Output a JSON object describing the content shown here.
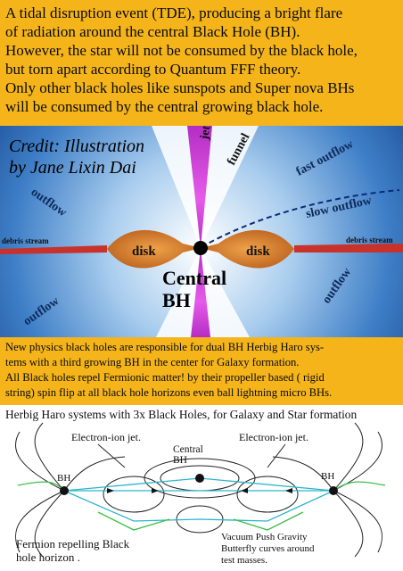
{
  "top_panel": {
    "lines": [
      "A tidal disruption event (TDE), producing a bright flare",
      "of radiation around the central Black Hole (BH).",
      "However, the star will not be consumed by the black hole,",
      "but torn apart according to Quantum FFF theory.",
      "Only other black holes like sunspots and Super nova BHs",
      "will be consumed by the central growing black hole."
    ]
  },
  "illustration": {
    "credit_lines": [
      "Credit: Illustration",
      "by Jane Lixin Dai"
    ],
    "labels": {
      "jet": "jet",
      "funnel": "funnel",
      "fast_outflow": "fast outflow",
      "slow_outflow": "slow outflow",
      "outflow": "outflow",
      "disk": "disk",
      "debris_stream": "debris stream"
    },
    "central_lines": [
      "Central",
      "BH"
    ],
    "colors": {
      "disk": "#c9742a",
      "jet": "#cf3bd6",
      "sky": "#1f5fb0",
      "panel": "#f4b41a"
    }
  },
  "mid_panel": {
    "lines": [
      "New physics black holes are responsible for dual BH Herbig Haro sys-",
      "tems with a third growing BH in the center for Galaxy formation.",
      "All Black holes repel Fermionic matter! by their propeller based ( rigid",
      "string) spin flip at all black hole horizons even ball lightning micro BHs."
    ]
  },
  "diagram": {
    "title": "Herbig Haro systems with 3x Black Holes, for Galaxy and Star formation",
    "labels": {
      "electron_jet_left": "Electron-ion jet.",
      "electron_jet_right": "Electron-ion jet.",
      "central_bh": [
        "Central",
        "BH"
      ],
      "bh_left": "BH",
      "bh_right": "BH",
      "fermion": [
        "Fermion repelling Black",
        "hole horizon ."
      ],
      "vacuum": [
        "Vacuum Push Gravity",
        "Butterfly curves around",
        "test masses."
      ]
    }
  }
}
